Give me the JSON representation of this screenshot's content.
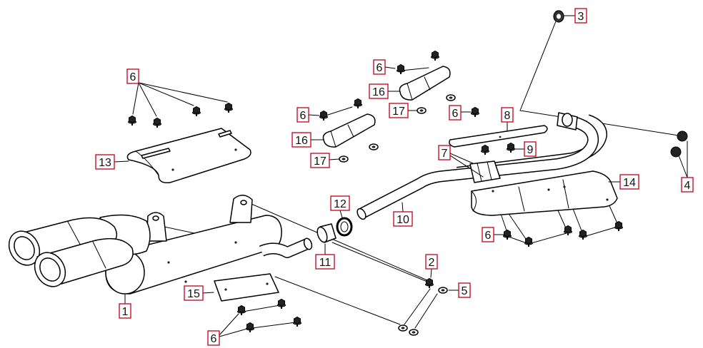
{
  "diagram": {
    "callouts": [
      "6",
      "13",
      "6",
      "16",
      "17",
      "6",
      "8",
      "6",
      "16",
      "17",
      "7",
      "9",
      "3",
      "4",
      "14",
      "12",
      "10",
      "6",
      "11",
      "2",
      "5",
      "15",
      "1",
      "6"
    ]
  },
  "colors": {
    "callout_border": "#c0001a",
    "line": "#000000",
    "background": "#ffffff"
  }
}
